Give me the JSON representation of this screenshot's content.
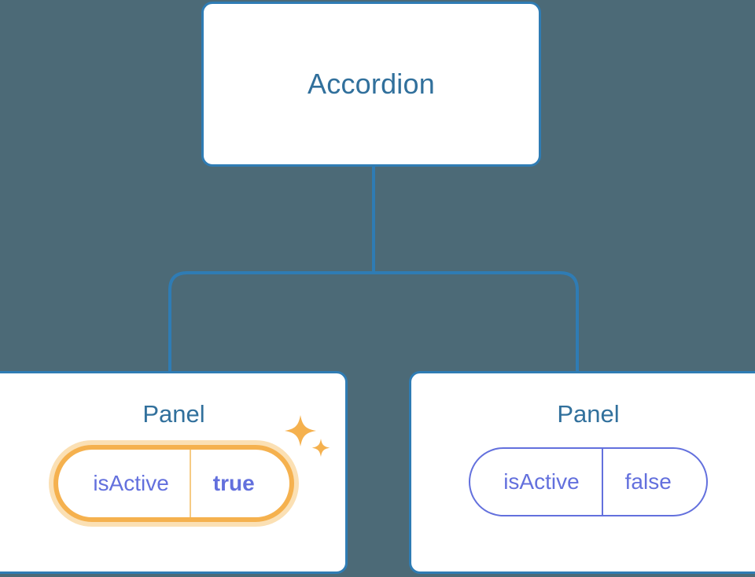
{
  "diagram": {
    "type": "component-tree",
    "background_color": "#4c6a77",
    "connector_color": "#2f7cb4",
    "node_border_color": "#2f7cb4",
    "node_title_color": "#31709c",
    "prop_color": "#6370dd",
    "highlight_color": "#f5b14e",
    "highlight_glow_color": "#fbe0b4",
    "root": {
      "title": "Accordion"
    },
    "children": [
      {
        "title": "Panel",
        "prop": {
          "key": "isActive",
          "value": "true"
        },
        "highlighted": true,
        "sparkle_large": "sparkle-icon",
        "sparkle_small": "sparkle-icon"
      },
      {
        "title": "Panel",
        "prop": {
          "key": "isActive",
          "value": "false"
        },
        "highlighted": false
      }
    ]
  }
}
